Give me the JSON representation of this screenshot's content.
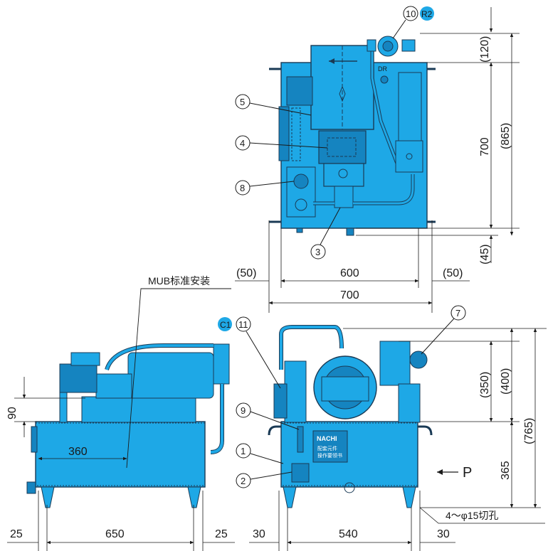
{
  "colors": {
    "body_fill": "#1ea8e6",
    "body_stroke": "#1a3a55",
    "dark_fill": "#1584c0",
    "line": "#1a1a1a",
    "badge": "#1ea8e6"
  },
  "top_view": {
    "callouts": [
      "10",
      "5",
      "4",
      "8",
      "3"
    ],
    "badge": "R2",
    "drain_label": "DR",
    "arrow_icon": "arrow-left-icon",
    "dims": {
      "height_700": "700",
      "overall_865": "(865)",
      "top_120": "(120)",
      "bottom_45": "(45)",
      "width_600": "600",
      "left_50": "(50)",
      "right_50": "(50)",
      "width_700": "700"
    }
  },
  "left_view": {
    "mub_label": "MUB标准安装",
    "badge": "C1",
    "dims": {
      "h_90": "90",
      "w_360": "360",
      "left_25": "25",
      "w_650": "650",
      "right_25": "25"
    }
  },
  "front_view": {
    "callouts": [
      "11",
      "9",
      "1",
      "2",
      "7"
    ],
    "brand": "NACHI",
    "plate_lines": [
      "配套元件",
      "操作要领书"
    ],
    "view_label": "P",
    "hole_label": "4～φ15切孔",
    "dims": {
      "h_350": "(350)",
      "h_400": "(400)",
      "h_765": "(765)",
      "h_365": "365",
      "left_30": "30",
      "w_540": "540",
      "right_30": "30"
    }
  }
}
